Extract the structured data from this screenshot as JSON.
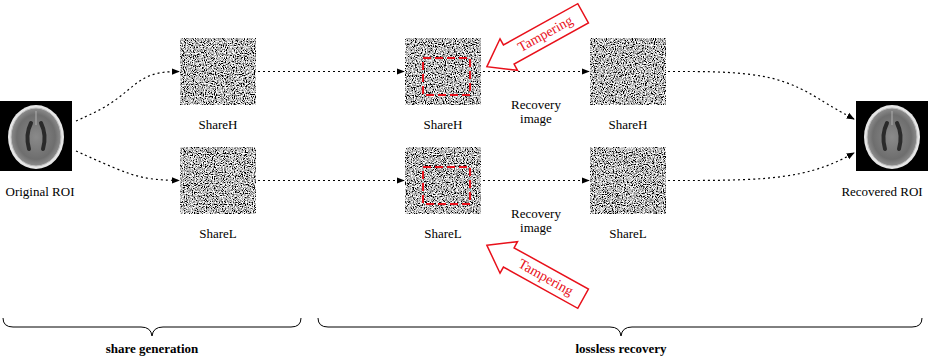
{
  "diagram": {
    "nodes": [
      {
        "text": [
          "Original ROI"
        ]
      },
      {
        "text": [
          "ShareH"
        ]
      },
      {
        "text": [
          "ShareL"
        ]
      },
      {
        "text": [
          "Tampering"
        ]
      },
      {
        "text": [
          "ShareH"
        ]
      },
      {
        "text": [
          "ShareL"
        ]
      },
      {
        "text": [
          "Tampering"
        ]
      },
      {
        "text": [
          "ShareH"
        ]
      },
      {
        "text": [
          "ShareL"
        ]
      },
      {
        "text": [
          "Recovered ROI"
        ]
      }
    ],
    "edges": [
      {
        "from": 0,
        "to": 1,
        "arrow": "to"
      },
      {
        "from": 0,
        "to": 2,
        "arrow": "to"
      },
      {
        "from": 1,
        "to": 4,
        "arrow": "to"
      },
      {
        "from": 2,
        "to": 5,
        "arrow": "to"
      },
      {
        "from": 4,
        "to": 7,
        "label": "Recovery image",
        "arrow": "to"
      },
      {
        "from": 5,
        "to": 8,
        "label": "Recovery image",
        "arrow": "to"
      },
      {
        "from": 7,
        "to": 9,
        "arrow": "to"
      },
      {
        "from": 8,
        "to": 9,
        "arrow": "to"
      }
    ],
    "labels": [
      "share generation",
      "lossless recovery"
    ]
  }
}
